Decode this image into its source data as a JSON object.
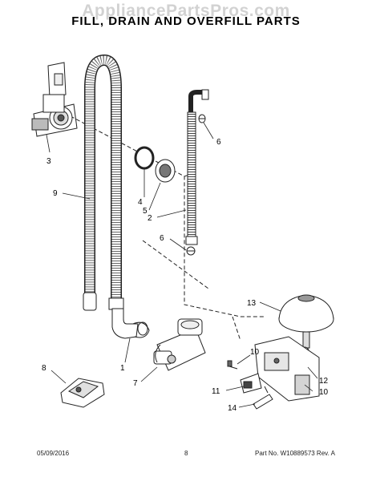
{
  "watermark": "AppliancePartsPros.com",
  "title": "FILL, DRAIN AND OVERFILL PARTS",
  "callouts": [
    "1",
    "2",
    "3",
    "4",
    "5",
    "6",
    "6",
    "7",
    "8",
    "9",
    "10",
    "10",
    "11",
    "12",
    "13",
    "14"
  ],
  "footer": {
    "date": "05/09/2016",
    "page": "8",
    "part_no": "Part No.  W10889573  Rev. A"
  }
}
